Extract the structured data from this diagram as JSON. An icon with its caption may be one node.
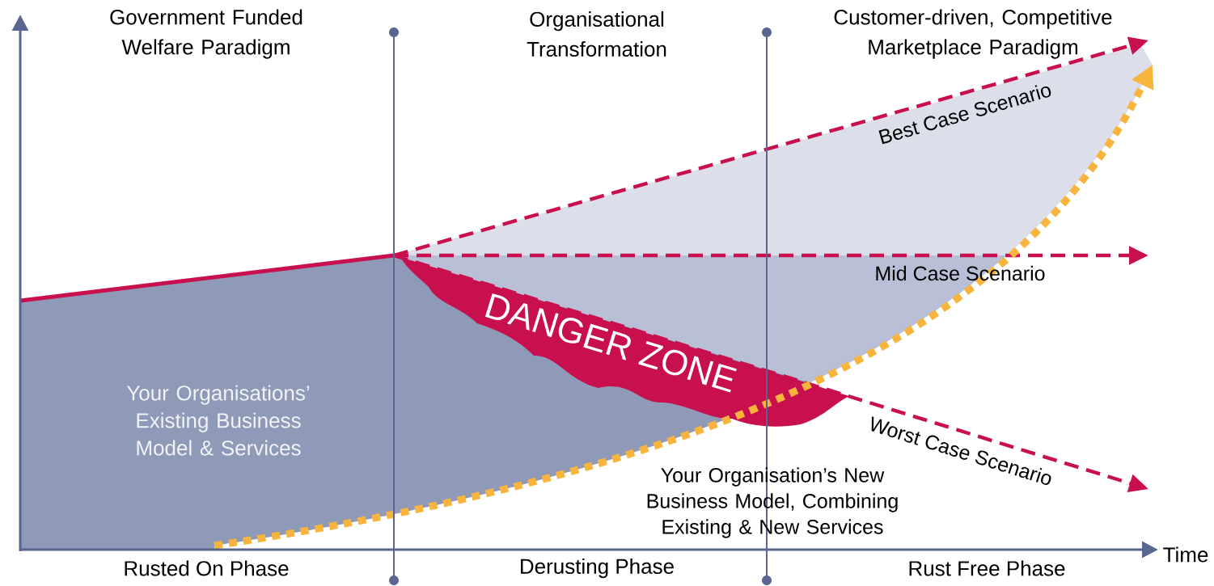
{
  "diagram": {
    "nodes": [
      {
        "text": [
          "Your Organisations’ Existing Business Model & Services"
        ]
      },
      {
        "text": [
          "DANGER ZONE"
        ]
      }
    ],
    "labels": [
      "Government Funded Welfare Paradigm",
      "Organisational Transformation",
      "Customer-driven, Competitive Marketplace Paradigm",
      "Best Case Scenario",
      "Mid Case Scenario",
      "Worst Case Scenario",
      "Your Organisation’s New Business Model, Combining Existing & New Services",
      "Rusted On Phase",
      "Derusting Phase",
      "Rust Free Phase",
      "Time"
    ]
  }
}
